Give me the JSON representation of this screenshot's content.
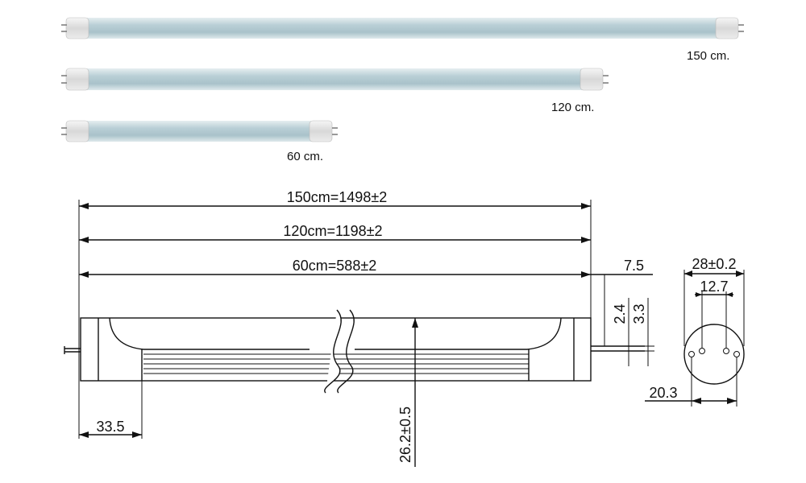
{
  "photos": {
    "tube_150_label": "150 cm.",
    "tube_120_label": "120 cm.",
    "tube_60_label": "60 cm.",
    "tube_color": "#b9cfd6"
  },
  "drawing": {
    "length_150": "150cm=1498±2",
    "length_120": "120cm=1198±2",
    "length_60": "60cm=588±2",
    "pin_offset": "7.5",
    "pin_dim_a": "2.4",
    "pin_dim_b": "3.3",
    "end_cap_length": "33.5",
    "tube_height": "26.2±0.5"
  },
  "end_view": {
    "diameter": "28±0.2",
    "pin_spacing": "12.7",
    "offset": "20.3"
  }
}
